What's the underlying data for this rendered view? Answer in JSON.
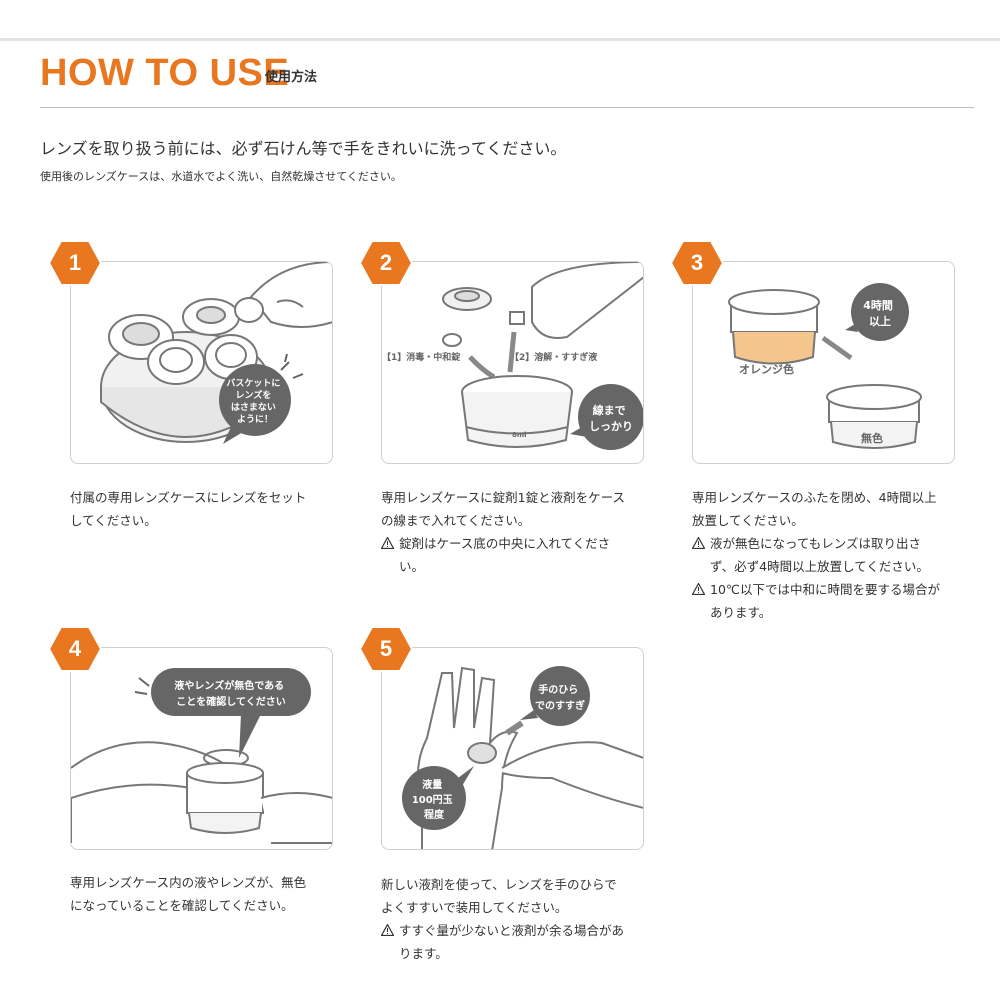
{
  "header": {
    "title": "HOW TO USE",
    "subtitle": "使用方法"
  },
  "intro": {
    "main": "レンズを取り扱う前には、必ず石けん等で手をきれいに洗ってください。",
    "sub": "使用後のレンズケースは、水道水でよく洗い、自然乾燥させてください。"
  },
  "colors": {
    "accent": "#e8771f",
    "bubble": "#666666"
  },
  "steps": [
    {
      "number": "1",
      "lines": [
        "付属の専用レンズケースにレンズをセット",
        "してください。"
      ],
      "notes": [],
      "bubble": [
        "バスケットに",
        "レンズを",
        "はさまない",
        "ように！"
      ]
    },
    {
      "number": "2",
      "lines": [
        "専用レンズケースに錠剤1錠と液剤をケース",
        "の線まで入れてください。"
      ],
      "notes": [
        [
          "錠剤はケース底の中央に入れてくださ",
          "い。"
        ]
      ],
      "label_tablet": "【1】消毒・中和錠",
      "label_solution": "【2】溶解・すすぎ液",
      "bubble": [
        "線まで",
        "しっかり"
      ],
      "case_mark": "8ml"
    },
    {
      "number": "3",
      "lines": [
        "専用レンズケースのふたを閉め、4時間以上",
        "放置してください。"
      ],
      "notes": [
        [
          "液が無色になってもレンズは取り出さ",
          "ず、必ず4時間以上放置してください。"
        ],
        [
          "10℃以下では中和に時間を要する場合が",
          "あります。"
        ]
      ],
      "bubble": [
        "4時間",
        "以上"
      ],
      "label_orange": "オレンジ色",
      "label_clear": "無色"
    },
    {
      "number": "4",
      "lines": [
        "専用レンズケース内の液やレンズが、無色",
        "になっていることを確認してください。"
      ],
      "notes": [],
      "bubble": [
        "液やレンズが無色である",
        "ことを確認してください"
      ]
    },
    {
      "number": "5",
      "lines": [
        "新しい液剤を使って、レンズを手のひらで",
        "よくすすいで装用してください。"
      ],
      "notes": [
        [
          "すすぐ量が少ないと液剤が余る場合があ",
          "ります。"
        ]
      ],
      "bubble_palm": [
        "手のひら",
        "でのすすぎ"
      ],
      "bubble_amount": [
        "液量",
        "100円玉",
        "程度"
      ]
    }
  ]
}
